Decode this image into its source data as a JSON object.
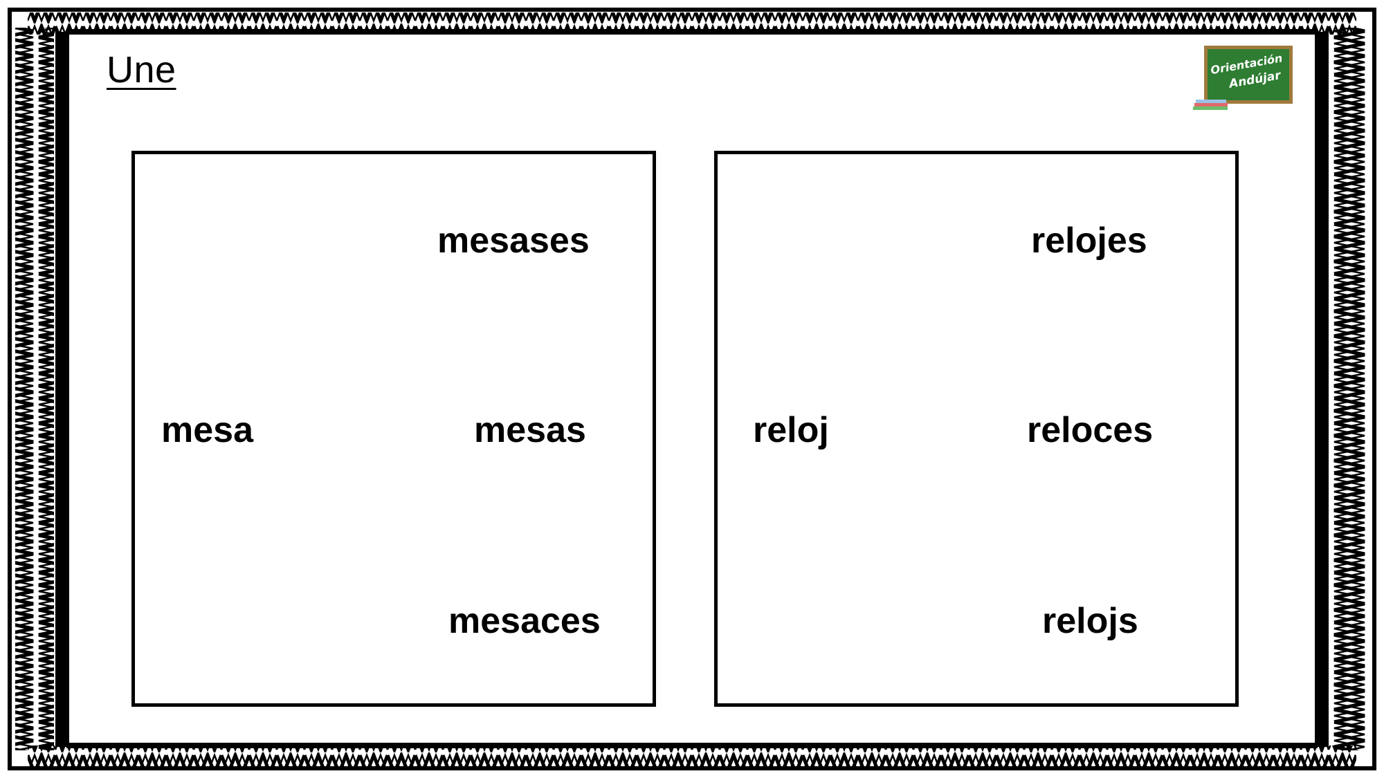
{
  "title": "Une",
  "logo": {
    "line1": "Orientación",
    "line2": "Andújar",
    "color": "#2e7d32",
    "border_color": "#a07a3c"
  },
  "colors": {
    "ink": "#000000",
    "paper": "#ffffff"
  },
  "left_group": {
    "source": "mesa",
    "options": [
      "mesases",
      "mesas",
      "mesaces"
    ]
  },
  "right_group": {
    "source": "reloj",
    "options": [
      "relojes",
      "reloces",
      "relojs"
    ]
  }
}
